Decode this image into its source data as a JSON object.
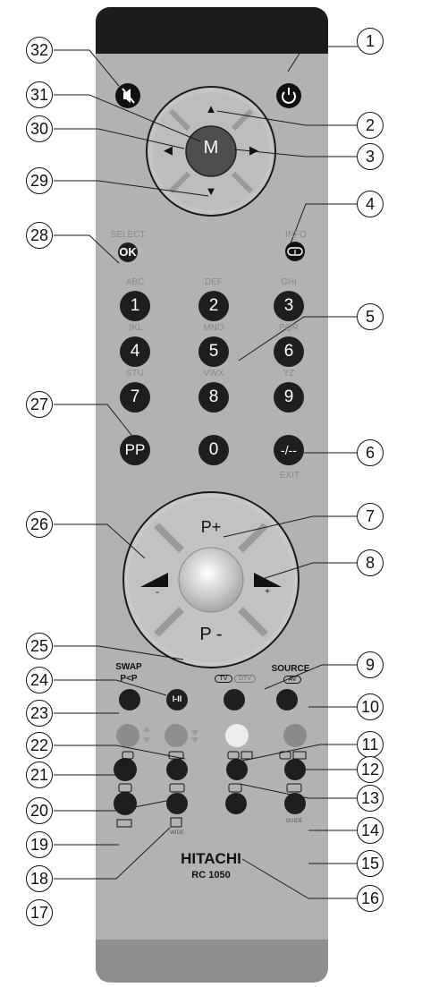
{
  "brand": {
    "name": "HITACHI",
    "model": "RC 1050"
  },
  "callouts": [
    "1",
    "2",
    "3",
    "4",
    "5",
    "6",
    "7",
    "8",
    "9",
    "10",
    "11",
    "12",
    "13",
    "14",
    "15",
    "16",
    "17",
    "18",
    "19",
    "20",
    "21",
    "22",
    "23",
    "24",
    "25",
    "26",
    "27",
    "28",
    "29",
    "30",
    "31",
    "32"
  ],
  "nav": {
    "center": "M",
    "up": "▲",
    "down": "▼",
    "left": "◀",
    "right": "▶"
  },
  "labels": {
    "select": "SELECT",
    "ok": "OK",
    "info": "INFO",
    "abc": "ABC",
    "def": "DEF",
    "ghi": "GHI",
    "jkl": "JKL",
    "mno": "MNO",
    "pqr": "PQR",
    "stu": "STU",
    "vwx": "VWX",
    "yz": "YZ",
    "pp": "PP",
    "dash": "-/--",
    "exit": "EXIT",
    "pplus": "P+",
    "pminus": "P -",
    "minus": "-",
    "plus": "+",
    "swap": "SWAP",
    "swap2": "P<P",
    "i_ii": "I-II",
    "tv": "TV",
    "dtv": "DTV",
    "source": "SOURCE",
    "av": "AV",
    "wide": "WIDE",
    "guide": "GUIDE"
  },
  "digits": [
    "1",
    "2",
    "3",
    "4",
    "5",
    "6",
    "7",
    "8",
    "9",
    "0"
  ],
  "colors": {
    "body": "#b2b2b2",
    "top": "#1c1c1c",
    "bottom": "#8e8e8e",
    "button": "#1e1e1e",
    "red": "#8c8c8c",
    "green": "#8e8e8e",
    "yellow": "#ededed",
    "blue": "#8a8a8a"
  }
}
